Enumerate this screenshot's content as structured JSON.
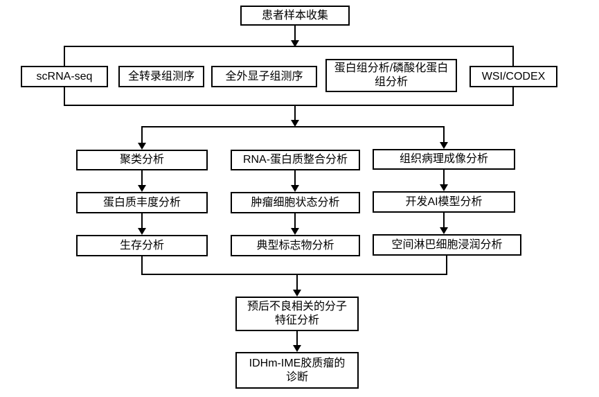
{
  "diagram_type": "flowchart",
  "colors": {
    "background": "#ffffff",
    "box_fill": "#ffffff",
    "box_border": "#000000",
    "line": "#000000",
    "text": "#000000"
  },
  "nodes": {
    "patient": {
      "label": "患者样本收集"
    },
    "scrna": {
      "label": "scRNA-seq"
    },
    "wts": {
      "label": "全转录组测序"
    },
    "wes": {
      "label": "全外显子组测序"
    },
    "proteome": {
      "label": "蛋白组分析/磷酸化蛋白组分析"
    },
    "wsi": {
      "label": "WSI/CODEX"
    },
    "cluster": {
      "label": "聚类分析"
    },
    "rna_protein": {
      "label": "RNA-蛋白质整合分析"
    },
    "histopath": {
      "label": "组织病理成像分析"
    },
    "abundance": {
      "label": "蛋白质丰度分析"
    },
    "tumor_state": {
      "label": "肿瘤细胞状态分析"
    },
    "ai_model": {
      "label": "开发AI模型分析"
    },
    "survival": {
      "label": "生存分析"
    },
    "markers": {
      "label": "典型标志物分析"
    },
    "lymphocyte": {
      "label": "空间淋巴细胞浸润分析"
    },
    "prognosis": {
      "label": "预后不良相关的分子特征分析"
    },
    "diagnosis": {
      "label": "IDHm-IME胶质瘤的诊断"
    }
  },
  "edges": [
    {
      "from": [
        "patient"
      ],
      "to": [
        "scrna",
        "wts",
        "wes",
        "proteome",
        "wsi"
      ]
    },
    {
      "from": [
        "scrna",
        "wts",
        "wes",
        "proteome",
        "wsi"
      ],
      "to": [
        "cluster",
        "rna_protein",
        "histopath"
      ]
    },
    {
      "from": [
        "cluster"
      ],
      "to": [
        "abundance"
      ]
    },
    {
      "from": [
        "abundance"
      ],
      "to": [
        "survival"
      ]
    },
    {
      "from": [
        "rna_protein"
      ],
      "to": [
        "tumor_state"
      ]
    },
    {
      "from": [
        "tumor_state"
      ],
      "to": [
        "markers"
      ]
    },
    {
      "from": [
        "histopath"
      ],
      "to": [
        "ai_model"
      ]
    },
    {
      "from": [
        "ai_model"
      ],
      "to": [
        "lymphocyte"
      ]
    },
    {
      "from": [
        "survival",
        "markers",
        "lymphocyte"
      ],
      "to": [
        "prognosis"
      ]
    },
    {
      "from": [
        "prognosis"
      ],
      "to": [
        "diagnosis"
      ]
    }
  ]
}
